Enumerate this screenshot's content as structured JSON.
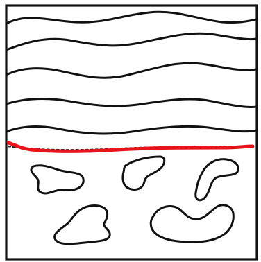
{
  "figure": {
    "kind": "hand-drawn schematic",
    "upper_region": {
      "pattern": "wavy-lines",
      "wave_line_count": 5
    },
    "interface_line": {
      "color": "#e8141b",
      "style": "solid-over-beaded-border"
    },
    "lower_region": {
      "pattern": "scattered-blobs",
      "blob_count": 5
    },
    "colors": {
      "ink": "#111111",
      "background": "#ffffff",
      "highlight": "#e8141b"
    }
  }
}
